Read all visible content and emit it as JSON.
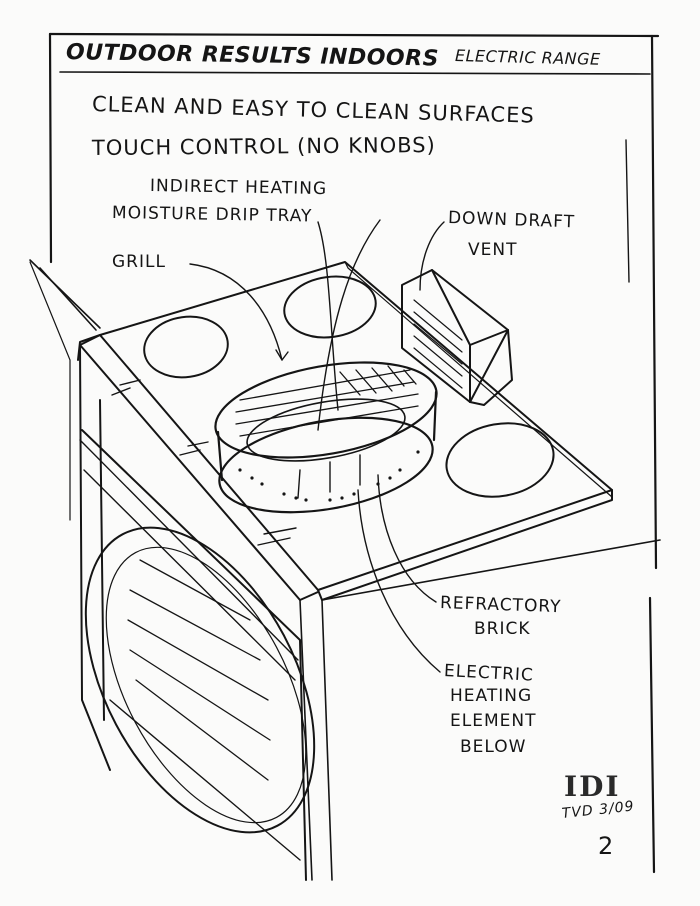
{
  "header": {
    "title": "OUTDOOR RESULTS INDOORS",
    "subtitle": "ELECTRIC RANGE"
  },
  "features": [
    "CLEAN AND EASY TO CLEAN SURFACES",
    "TOUCH CONTROL (NO KNOBS)"
  ],
  "callouts": {
    "indirect_heating": [
      "INDIRECT HEATING",
      "MOISTURE DRIP TRAY"
    ],
    "down_draft_vent": [
      "DOWN DRAFT",
      "VENT"
    ],
    "grill": "GRILL",
    "refractory_brick": [
      "REFRACTORY",
      "BRICK"
    ],
    "heating_element": [
      "ELECTRIC",
      "HEATING",
      "ELEMENT",
      "BELOW"
    ]
  },
  "footer": {
    "logo": "IDI",
    "signature": "TVD 3/09",
    "page_number": "2"
  }
}
